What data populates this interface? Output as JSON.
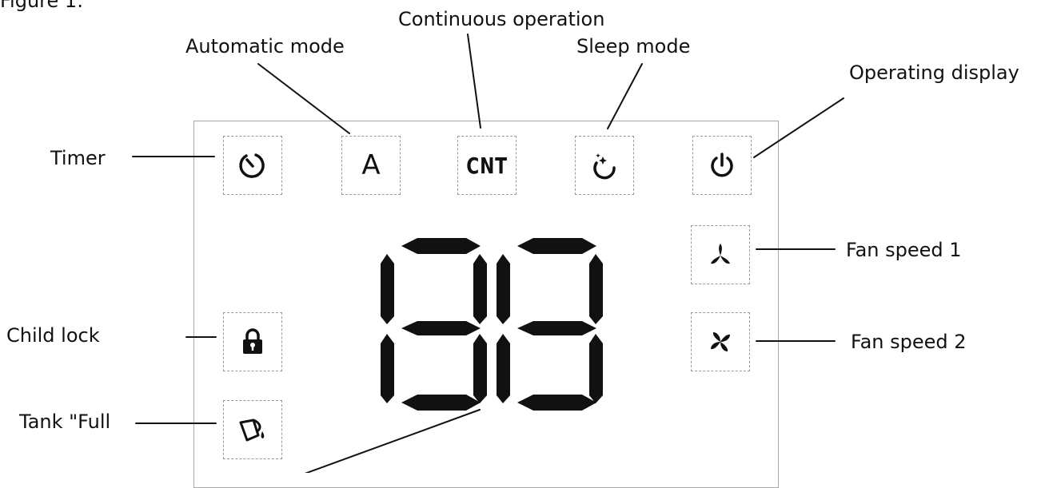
{
  "figure_caption": "Figure 1:",
  "labels": {
    "timer": "Timer",
    "automatic_mode": "Automatic mode",
    "continuous_operation": "Continuous operation",
    "sleep_mode": "Sleep mode",
    "operating_display": "Operating display",
    "fan_speed_1": "Fan speed 1",
    "fan_speed_2": "Fan speed 2",
    "child_lock": "Child lock",
    "tank_full": "Tank \"Full"
  },
  "icons": {
    "auto_letter": "A",
    "cnt_text": "CNT",
    "timer_icon": "timer-icon",
    "sleep_icon": "sleep-moon-icon",
    "power_icon": "power-icon",
    "fan1_icon": "fan-three-blade-icon",
    "fan2_icon": "fan-four-blade-icon",
    "lock_icon": "padlock-icon",
    "tank_icon": "bucket-icon"
  },
  "display": {
    "digit_count": 2,
    "segments_lit": "all",
    "segment_color": "#000000"
  }
}
